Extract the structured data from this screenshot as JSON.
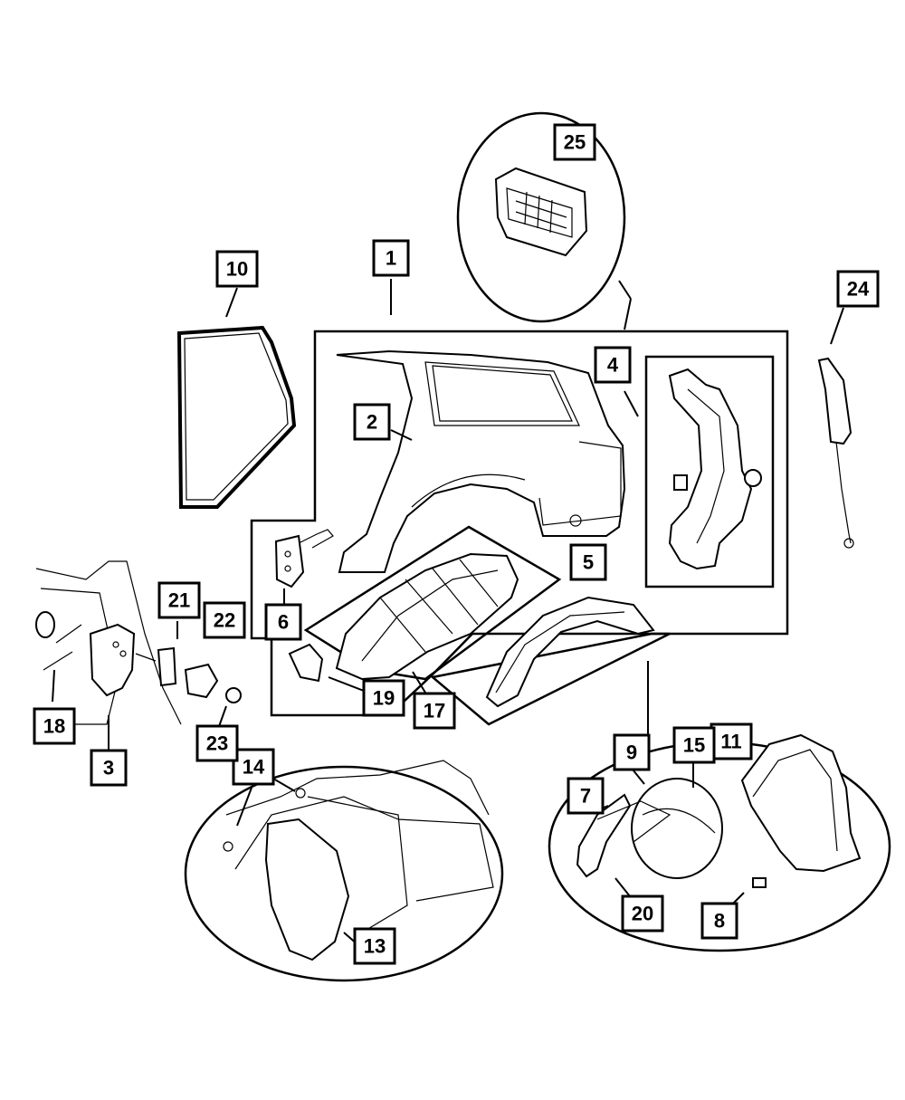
{
  "colors": {
    "ink": "#000000",
    "paper": "#ffffff"
  },
  "callouts": [
    {
      "id": "c1",
      "label": "1"
    },
    {
      "id": "c2",
      "label": "2"
    },
    {
      "id": "c3",
      "label": "3"
    },
    {
      "id": "c4",
      "label": "4"
    },
    {
      "id": "c5",
      "label": "5"
    },
    {
      "id": "c6",
      "label": "6"
    },
    {
      "id": "c7",
      "label": "7"
    },
    {
      "id": "c8",
      "label": "8"
    },
    {
      "id": "c9",
      "label": "9"
    },
    {
      "id": "c10",
      "label": "10"
    },
    {
      "id": "c11",
      "label": "11"
    },
    {
      "id": "c13",
      "label": "13"
    },
    {
      "id": "c14",
      "label": "14"
    },
    {
      "id": "c15",
      "label": "15"
    },
    {
      "id": "c17",
      "label": "17"
    },
    {
      "id": "c18",
      "label": "18"
    },
    {
      "id": "c19",
      "label": "19"
    },
    {
      "id": "c20",
      "label": "20"
    },
    {
      "id": "c21",
      "label": "21"
    },
    {
      "id": "c22",
      "label": "22"
    },
    {
      "id": "c23",
      "label": "23"
    },
    {
      "id": "c24",
      "label": "24"
    },
    {
      "id": "c25",
      "label": "25"
    }
  ]
}
